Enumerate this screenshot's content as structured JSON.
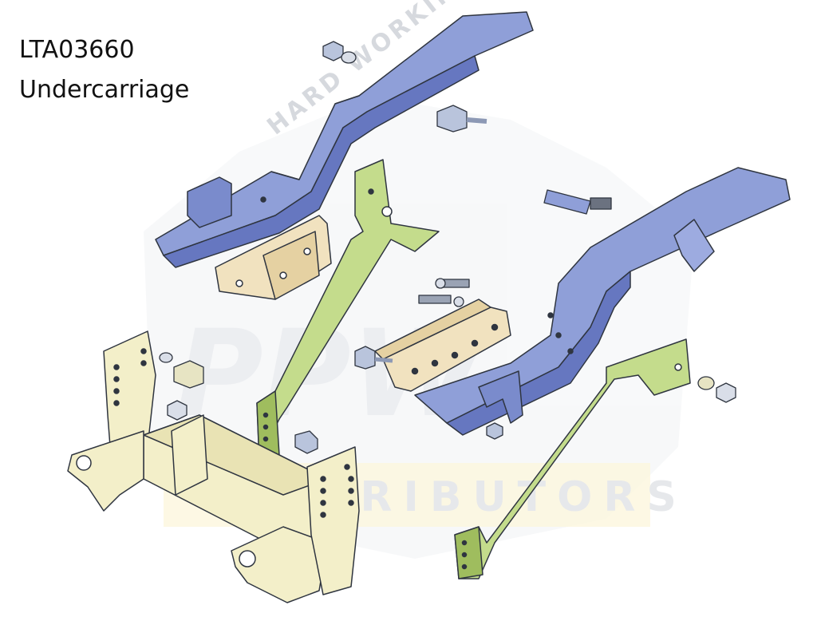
{
  "title": {
    "part_number": "LTA03660",
    "name": "Undercarriage"
  },
  "watermark": {
    "top_text": "HARD WORKING PARTS",
    "logo_text": "PPW",
    "bottom_text": "DISTRIBUTORS"
  },
  "colors": {
    "frame_rail": "#8f9fd8",
    "frame_rail_dark": "#6677c0",
    "bracket": "#c4dc8c",
    "bracket_dark": "#9fbd5e",
    "plate": "#f1e2bf",
    "mount": "#f3efc9",
    "hardware": "#b9c4dc",
    "outline": "#2f3540"
  },
  "components": [
    "left-frame-rail",
    "right-frame-rail",
    "left-adapter-plate",
    "right-adapter-plate",
    "left-push-bracket",
    "right-push-bracket",
    "crossbar-mount",
    "hardware"
  ]
}
